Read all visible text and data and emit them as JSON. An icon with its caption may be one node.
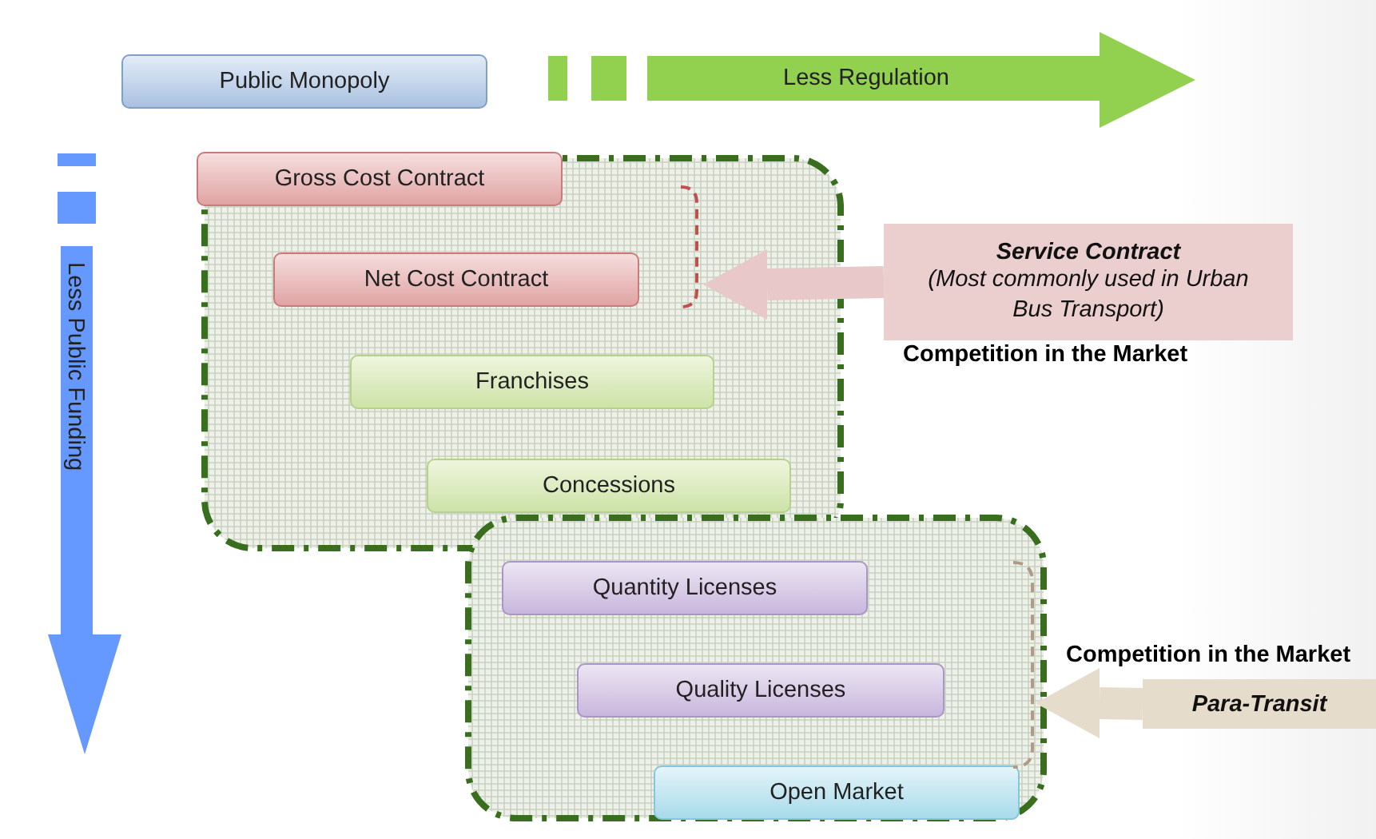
{
  "diagram": {
    "nodes": [
      {
        "text": [
          "Public Monopoly"
        ]
      },
      {
        "text": [
          "Less Regulation"
        ]
      },
      {
        "text": [
          "Less Public Funding"
        ]
      },
      {
        "text": [],
        "shape": "box"
      },
      {
        "text": [
          "Gross Cost Contract"
        ],
        "in": 3
      },
      {
        "text": [
          "Net Cost Contract"
        ],
        "in": 3
      },
      {
        "text": [
          "Franchises"
        ],
        "in": 3
      },
      {
        "text": [
          "Concessions"
        ],
        "in": 3
      },
      {
        "text": [],
        "shape": "box"
      },
      {
        "text": [
          "Quantity Licenses"
        ],
        "in": 8
      },
      {
        "text": [
          "Quality Licenses"
        ],
        "in": 8
      },
      {
        "text": [
          "Open Market"
        ],
        "in": 8
      },
      {
        "text": [
          "Service Contract",
          "(Most commonly used in Urban Bus Transport)"
        ],
        "beside": [
          "Competition in the Market"
        ]
      },
      {
        "text": [
          "Para-Transit"
        ],
        "beside": [
          "Competition in the Market"
        ]
      }
    ],
    "edges": [
      {
        "from": 12,
        "to": null,
        "arrow": "to",
        "color": "#e8c8c8"
      },
      {
        "from": 13,
        "to": null,
        "arrow": "to",
        "color": "#e6dccb"
      }
    ]
  }
}
